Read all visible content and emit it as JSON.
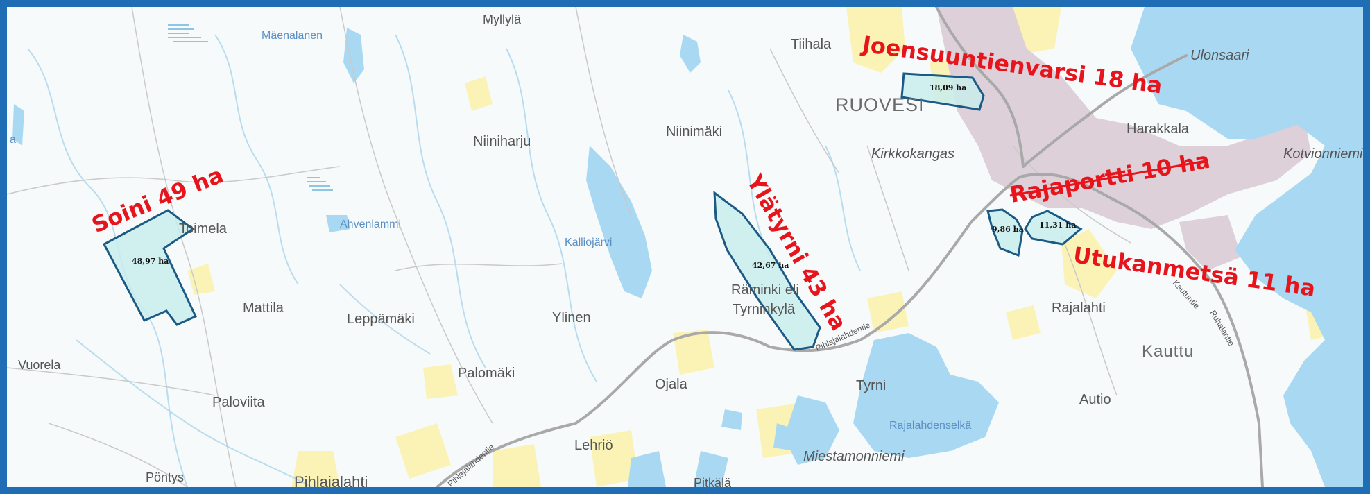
{
  "map": {
    "colors": {
      "frame": "#1f6db5",
      "water": "#a9d9f2",
      "urban": "#ddd0d8",
      "field": "#fbf3b6",
      "road": "#a9a9a9",
      "parcel_fill": "#c9ecec",
      "parcel_stroke": "#1a5a85",
      "callout": "#e8141b"
    },
    "place_names": {
      "myllyla": "Myllylä",
      "maenalanen": "Mäenalanen",
      "tiihala": "Tiihala",
      "ruovesi": "RUOVESI",
      "ulonsaari": "Ulonsaari",
      "harakkala": "Harakkala",
      "kotvionniemi": "Kotvionniemi",
      "niiniharju": "Niiniharju",
      "niinimaki": "Niinimäki",
      "kirkkokangas": "Kirkkokangas",
      "toimela": "Toimela",
      "ahvenlammi": "Ahvenlammi",
      "kalliojarvi": "Kalliojärvi",
      "mattila": "Mattila",
      "leppamaki": "Leppämäki",
      "ylinen": "Ylinen",
      "raminki_1": "Räminki eli",
      "raminki_2": "Tyrninkylä",
      "rajalahti": "Rajalahti",
      "kauttu": "Kauttu",
      "vuorela": "Vuorela",
      "palomaki": "Palomäki",
      "ojala": "Ojala",
      "tyrni": "Tyrni",
      "autio": "Autio",
      "paloviita": "Paloviita",
      "rajalahdenselka": "Rajalahdenselkä",
      "lehrio": "Lehriö",
      "miestamonniemi": "Miestamonniemi",
      "pontys": "Pöntys",
      "pihlajalahti": "Pihlajalahti",
      "pitkala": "Pitkälä",
      "edge_a": "a"
    },
    "road_names": {
      "pihlajalahdentie_1": "Pihlajalahdentie",
      "pihlajalahdentie_2": "Pihlajalahdentie",
      "kautuntie": "Kautuntie",
      "ruhalantie": "Ruhalantie"
    },
    "parcels": {
      "soini": "48,97 ha",
      "ylatyrni": "42,67 ha",
      "joensuuntienvarsi": "18,09 ha",
      "rajaportti": "9,86 ha",
      "utukanmetsa": "11,31 ha"
    },
    "callouts": {
      "soini": "Soini 49 ha",
      "ylatyrni": "Ylätyrni 43 ha",
      "joensuuntienvarsi": "Joensuuntienvarsi 18 ha",
      "rajaportti": "Rajaportti 10 ha",
      "utukanmetsa": "Utukanmetsä 11 ha"
    }
  }
}
